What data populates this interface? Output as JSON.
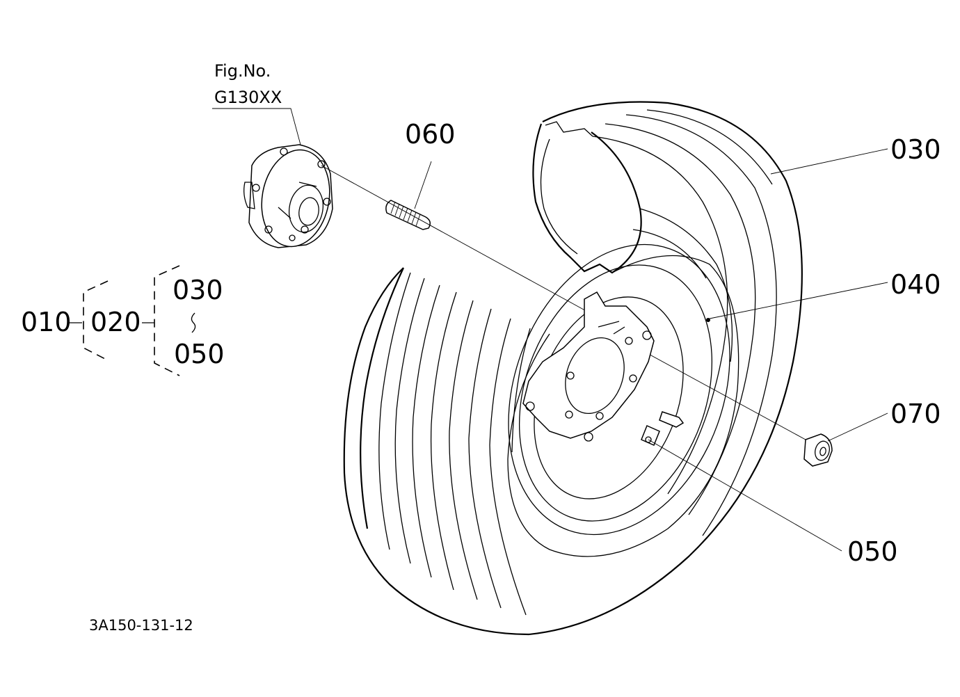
{
  "figure_reference": {
    "label": "Fig.No.",
    "number": "G130XX"
  },
  "callouts": {
    "c030": "030",
    "c040": "040",
    "c050": "050",
    "c060": "060",
    "c070": "070"
  },
  "hierarchy": {
    "root": "010",
    "assembly": "020",
    "range_start": "030",
    "range_separator": "~",
    "range_end": "050"
  },
  "drawing_code": "3A150-131-12"
}
